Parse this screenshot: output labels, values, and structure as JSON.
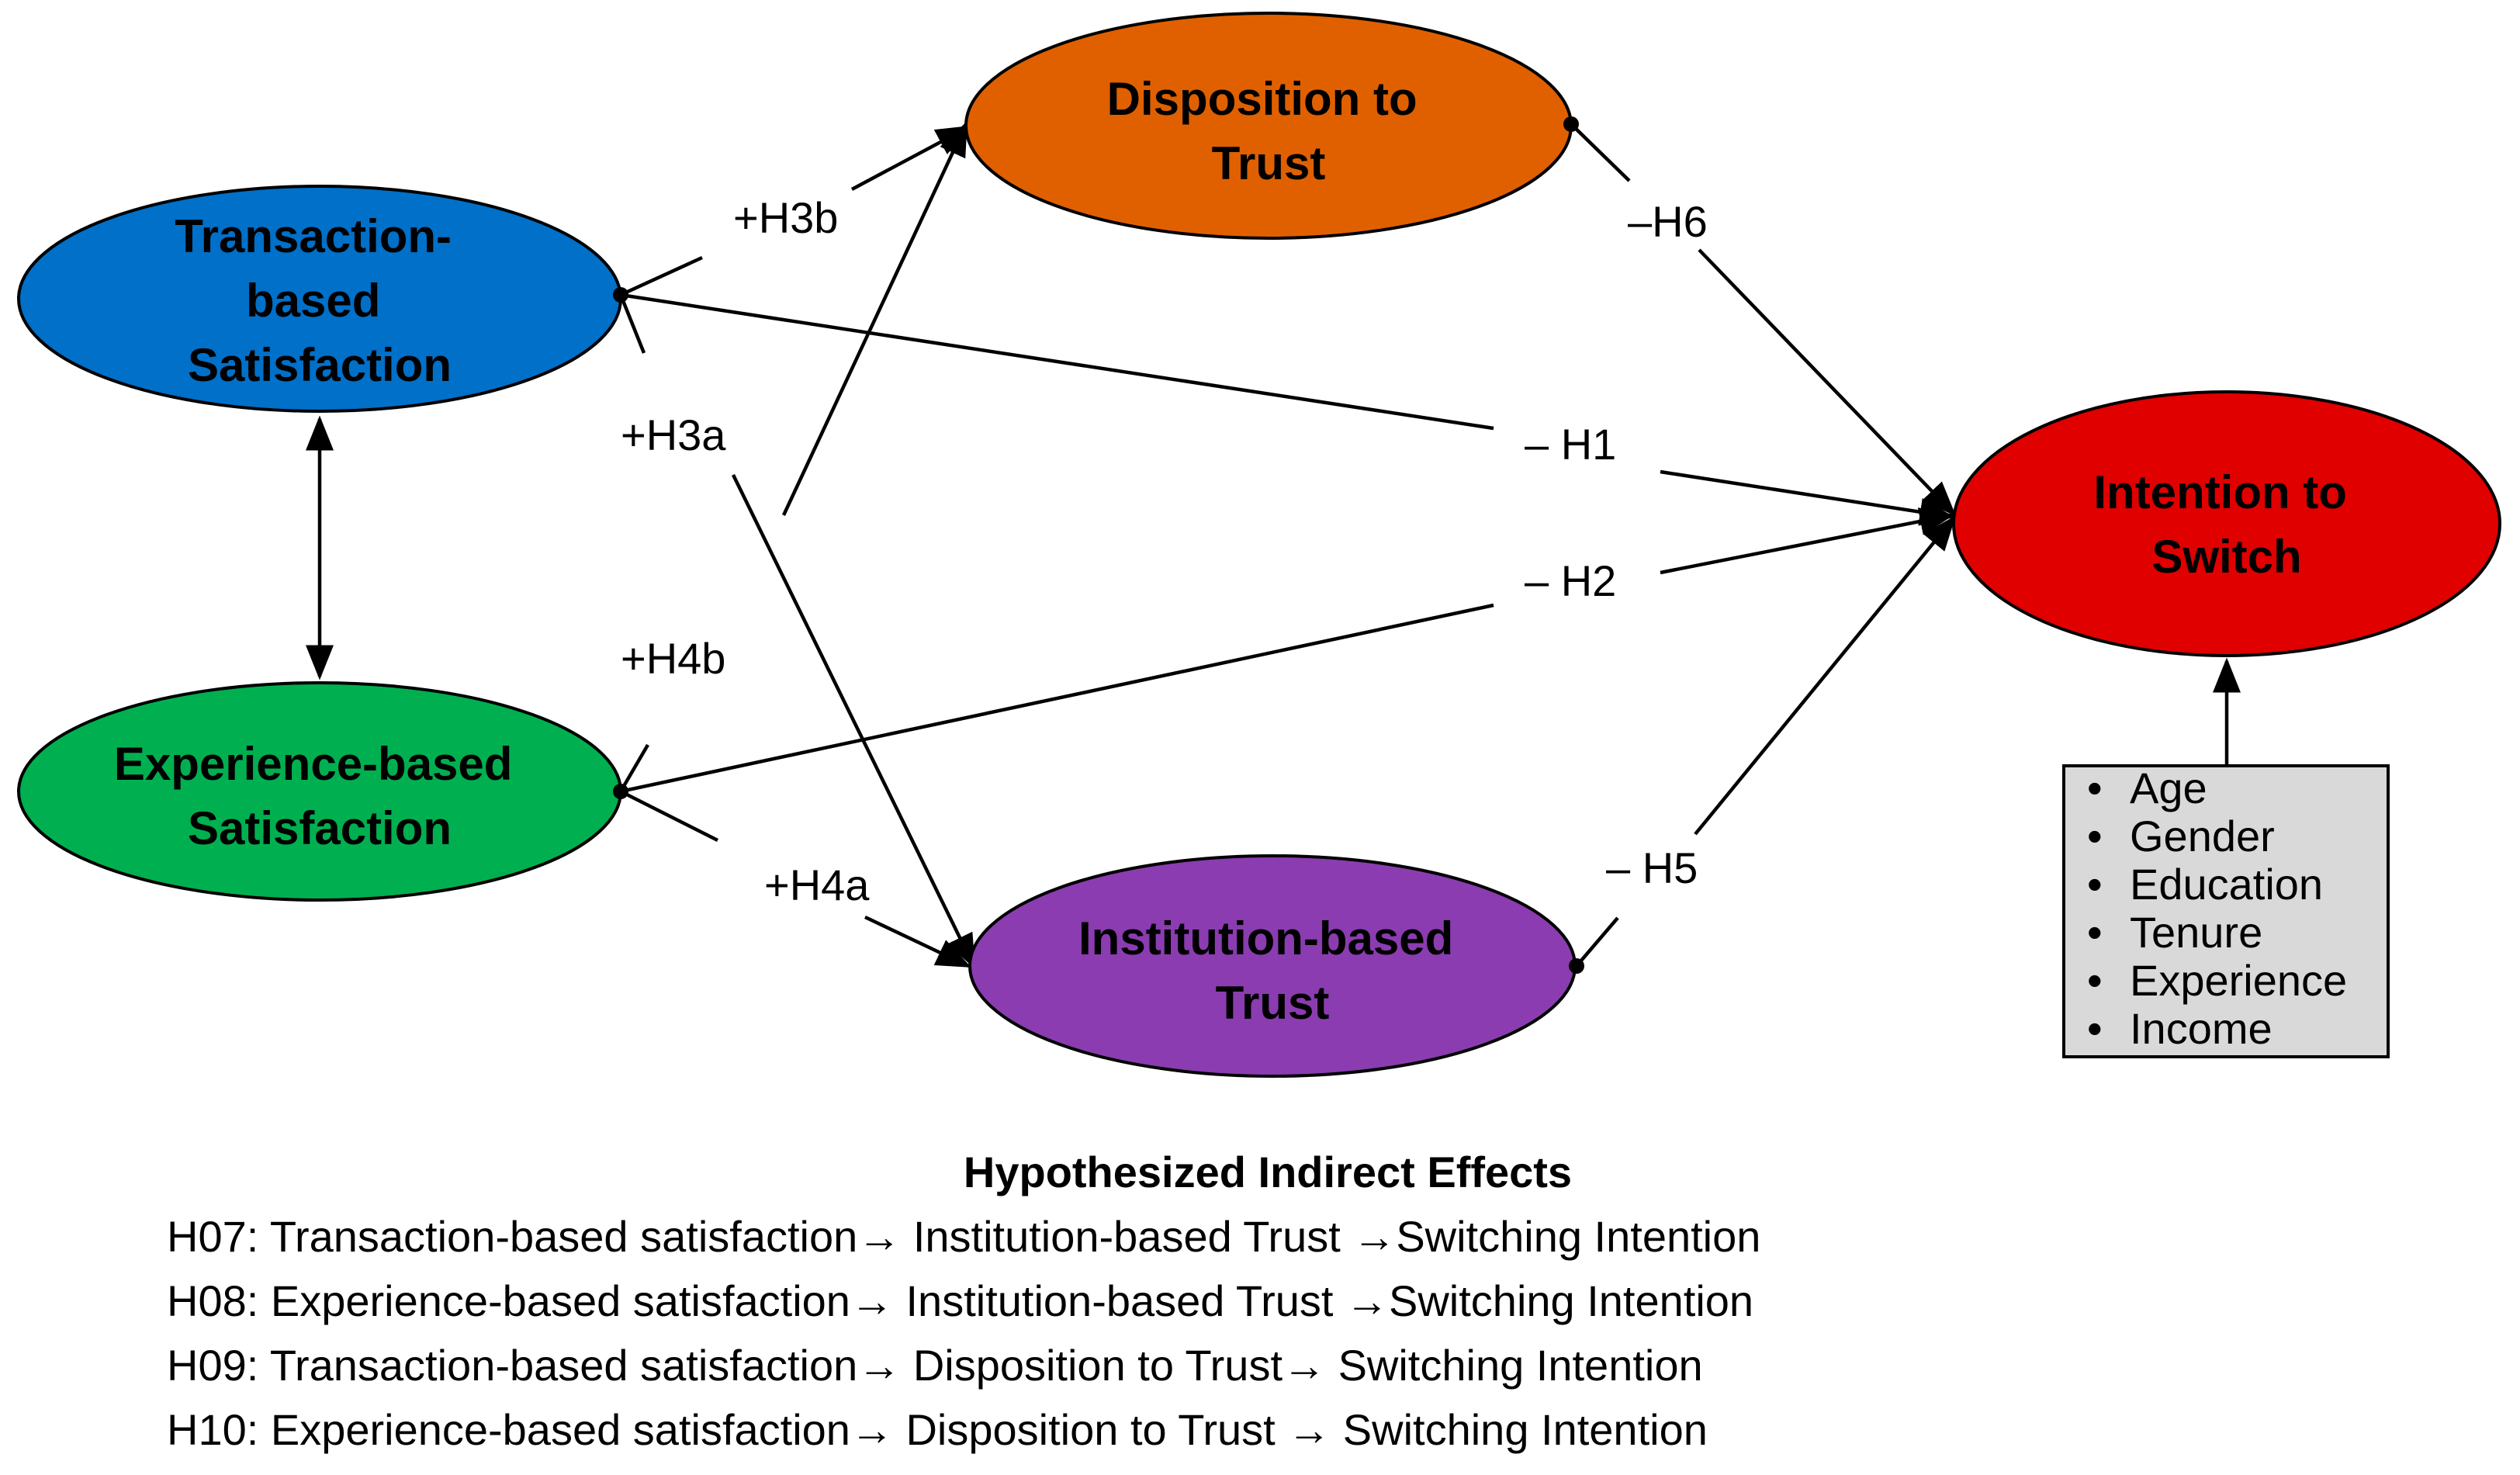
{
  "nodes": {
    "transaction": {
      "lines": [
        "Transaction-",
        "based",
        "Satisfaction"
      ],
      "color": "#0070C9"
    },
    "experience": {
      "lines": [
        "Experience-based",
        "Satisfaction"
      ],
      "color": "#00B050"
    },
    "disposition": {
      "lines": [
        "Disposition to",
        "Trust"
      ],
      "color": "#E06000"
    },
    "institution": {
      "lines": [
        "Institution-based",
        "Trust"
      ],
      "color": "#8B3CB0"
    },
    "intention": {
      "lines": [
        "Intention to",
        "Switch"
      ],
      "color": "#E00000"
    }
  },
  "edges": {
    "h3b": "+H3b",
    "h3a": "+H3a",
    "h4b": "+H4b",
    "h4a": "+H4a",
    "h1": "– H1",
    "h2": "– H2",
    "h6": "–H6",
    "h5": "– H5"
  },
  "controls": {
    "bullet": "•",
    "items": [
      "Age",
      "Gender",
      "Education",
      "Tenure",
      "Experience",
      "Income"
    ],
    "fill": "#D9D9D9"
  },
  "notes": {
    "title": "Hypothesized Indirect Effects",
    "lines": [
      "H07: Transaction-based satisfaction→ Institution-based Trust →Switching Intention",
      "H08: Experience-based satisfaction→ Institution-based Trust →Switching Intention",
      "H09: Transaction-based satisfaction→ Disposition to Trust→ Switching Intention",
      "H10: Experience-based satisfaction→ Disposition to Trust → Switching Intention"
    ]
  }
}
